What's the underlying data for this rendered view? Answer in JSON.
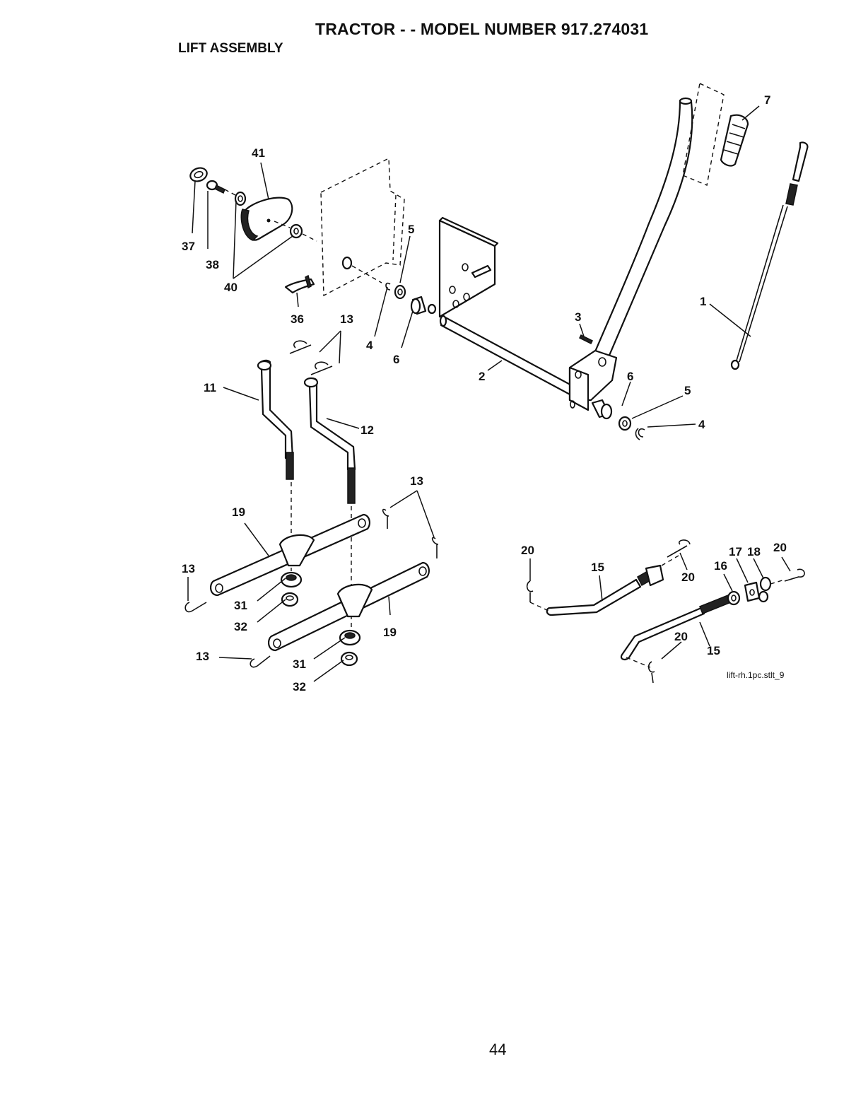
{
  "header": {
    "title": "TRACTOR - - MODEL NUMBER 917.274031",
    "subtitle": "LIFT ASSEMBLY"
  },
  "diagram": {
    "callouts": [
      "41",
      "37",
      "38",
      "40",
      "36",
      "13",
      "5",
      "4",
      "6",
      "7",
      "1",
      "3",
      "2",
      "6",
      "5",
      "4",
      "11",
      "12",
      "13",
      "19",
      "13",
      "31",
      "32",
      "19",
      "13",
      "31",
      "32",
      "20",
      "15",
      "20",
      "16",
      "17",
      "18",
      "20",
      "20",
      "15"
    ],
    "file_ref": "lift-rh.1pc.stlt_9"
  },
  "footer": {
    "page_number": "44"
  }
}
